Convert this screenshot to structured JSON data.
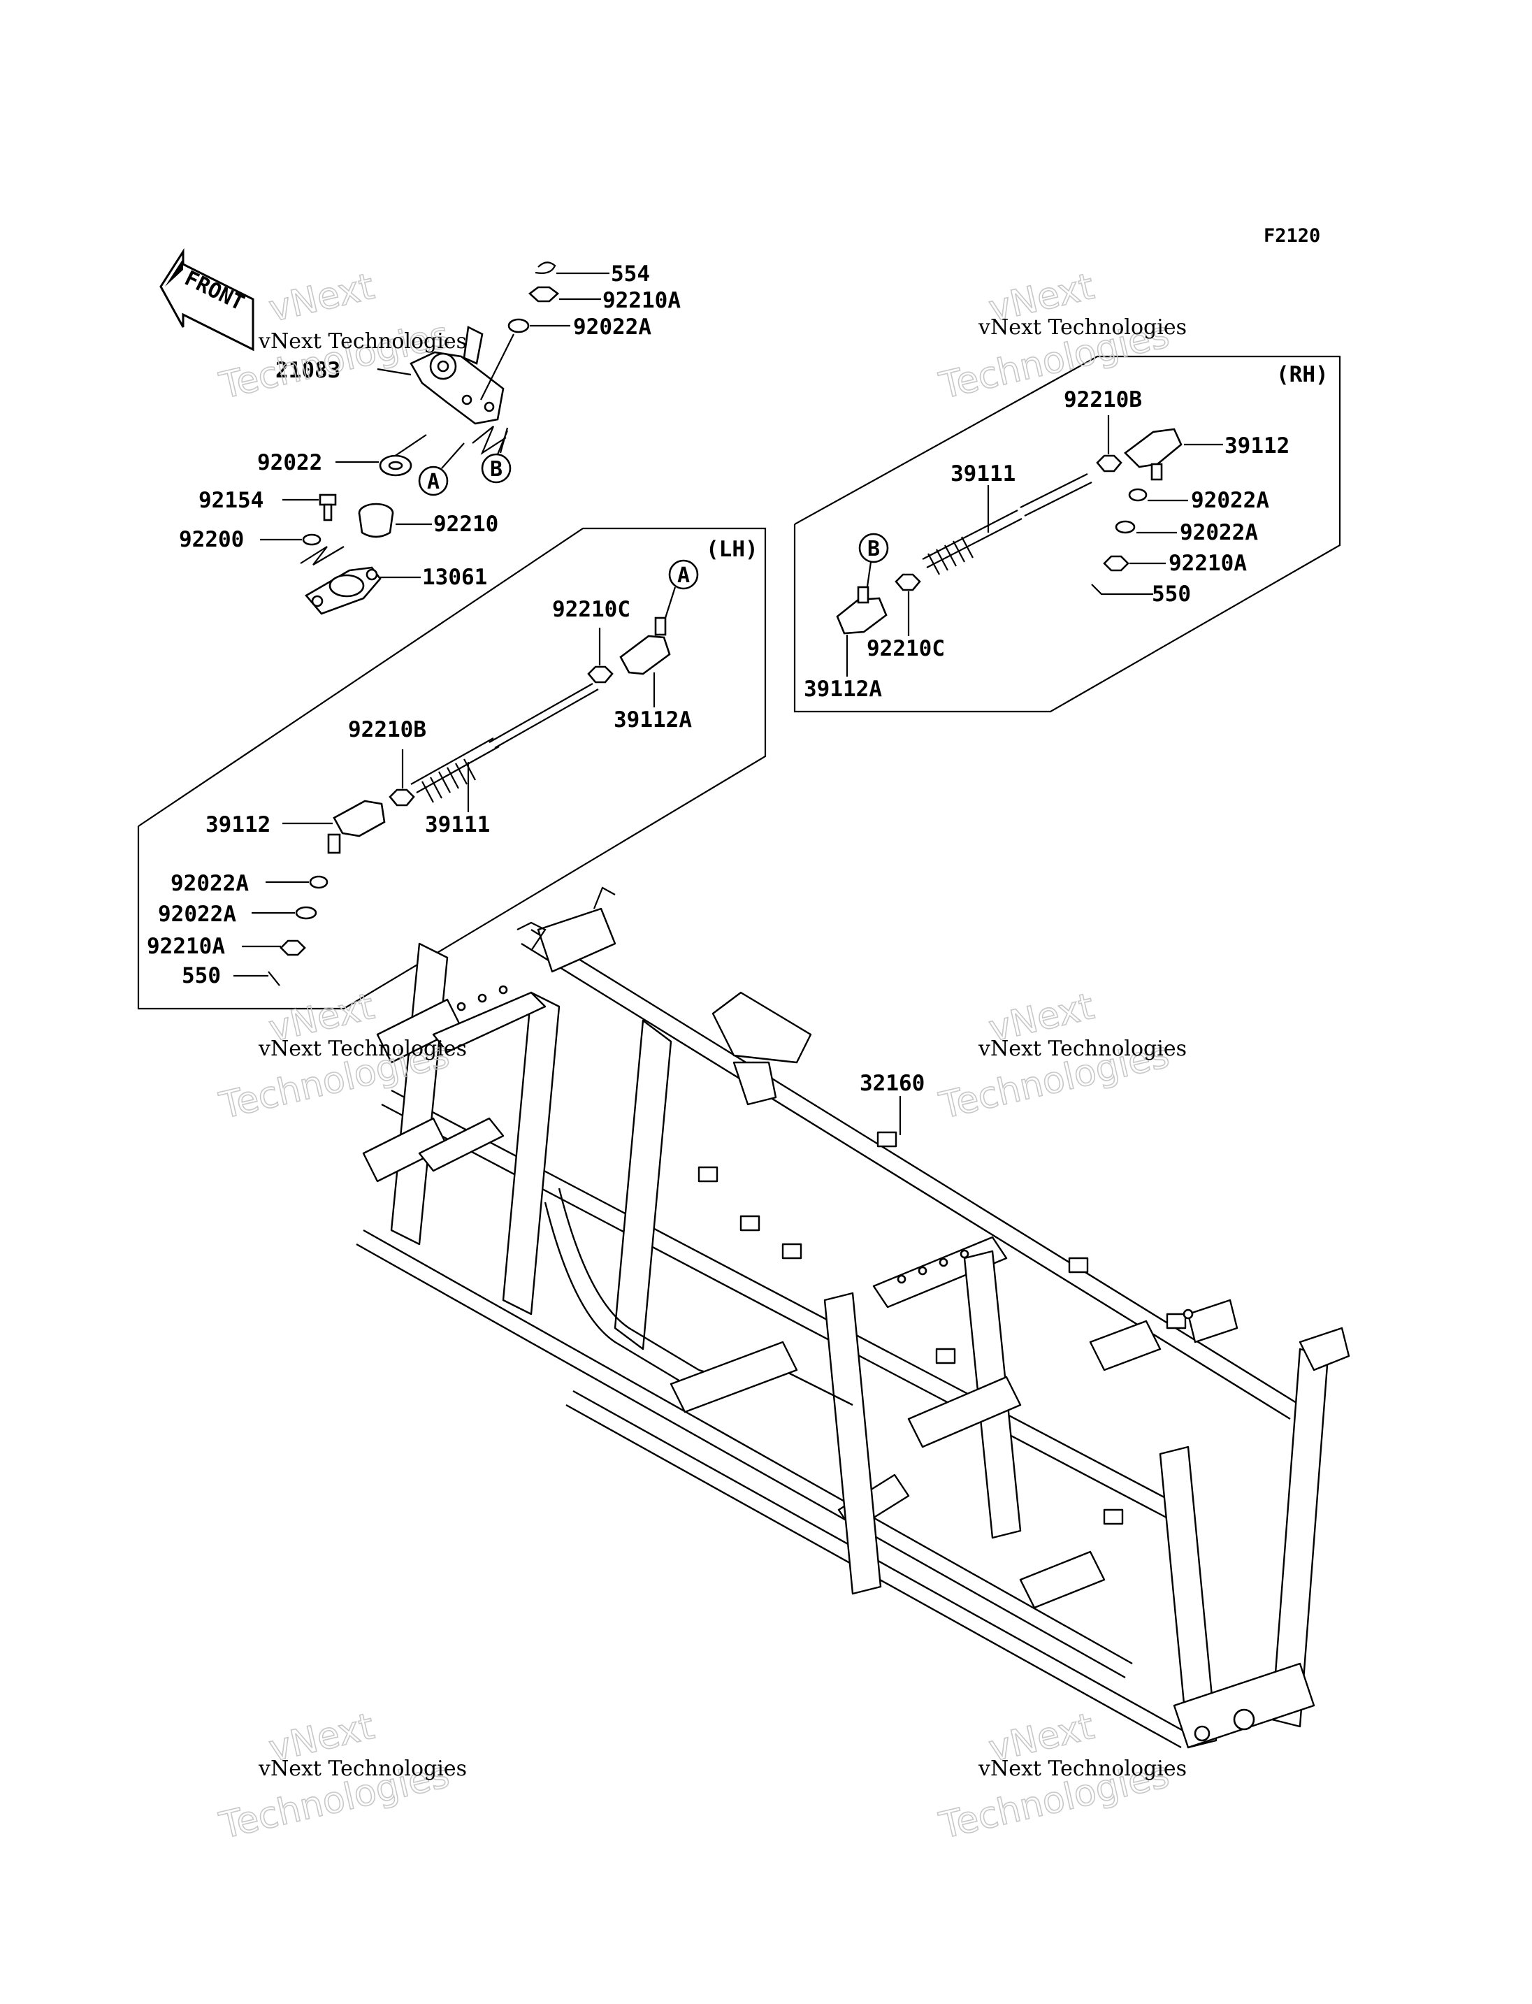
{
  "figure_code": "F2120",
  "front_arrow": "FRONT",
  "sections": {
    "lh": "(LH)",
    "rh": "(RH)"
  },
  "refs": {
    "a": "A",
    "b": "B"
  },
  "parts": {
    "p554": "554",
    "p92210A_top": "92210A",
    "p92022A_top": "92022A",
    "p21083": "21083",
    "p92022": "92022",
    "p92154": "92154",
    "p92210": "92210",
    "p92200": "92200",
    "p13061": "13061",
    "lh_92210C": "92210C",
    "lh_39112A": "39112A",
    "lh_92210B": "92210B",
    "lh_39112": "39112",
    "lh_39111": "39111",
    "lh_92022A_1": "92022A",
    "lh_92022A_2": "92022A",
    "lh_92210A": "92210A",
    "lh_550": "550",
    "rh_92210B": "92210B",
    "rh_39112": "39112",
    "rh_39111": "39111",
    "rh_92022A_1": "92022A",
    "rh_92022A_2": "92022A",
    "rh_92210A": "92210A",
    "rh_550": "550",
    "rh_92210C": "92210C",
    "rh_39112A": "39112A",
    "frame_32160": "32160"
  },
  "watermark": {
    "line1": "vNext Technologies",
    "line2a": "vNext",
    "line2b": "Technologies"
  }
}
